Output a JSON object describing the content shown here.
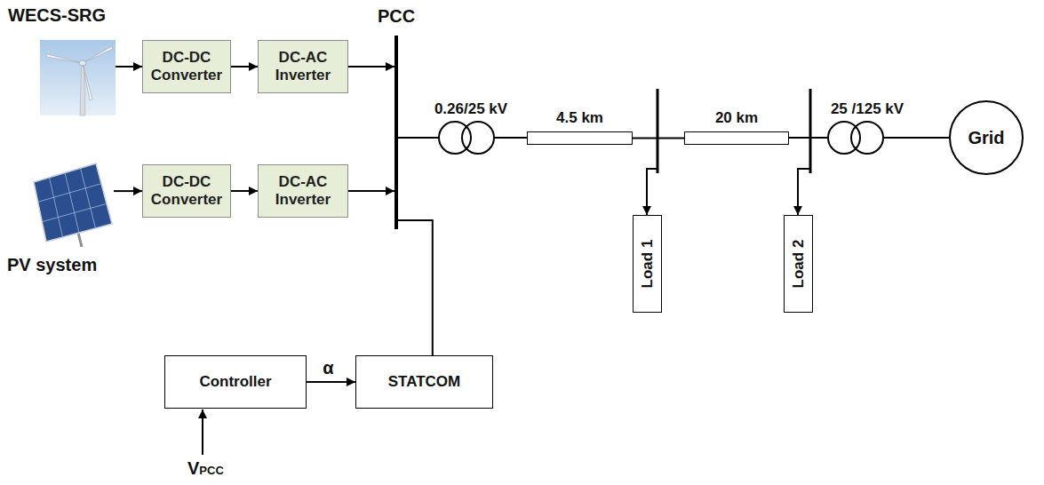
{
  "diagram": {
    "nodes": [
      {
        "text": [
          "WECS-SRG"
        ]
      },
      {
        "text": [
          "DC-DC Converter"
        ]
      },
      {
        "text": [
          "DC-AC Inverter"
        ]
      },
      {
        "text": [
          "PV system"
        ]
      },
      {
        "text": [
          "DC-DC Converter"
        ]
      },
      {
        "text": [
          "DC-AC Inverter"
        ]
      },
      {
        "text": [
          "PCC"
        ]
      },
      {
        "text": [
          "4.5 km"
        ]
      },
      {
        "text": [
          "20 km"
        ]
      },
      {
        "text": [
          "Load 1"
        ]
      },
      {
        "text": [
          "Load 2"
        ]
      },
      {
        "text": [
          "Grid"
        ]
      },
      {
        "text": [
          "Controller"
        ]
      },
      {
        "text": [
          "STATCOM"
        ]
      }
    ],
    "edges": [
      {
        "from": 0,
        "to": 1,
        "arrow": "to"
      },
      {
        "from": 1,
        "to": 2,
        "arrow": "to"
      },
      {
        "from": 2,
        "to": 6,
        "arrow": "to"
      },
      {
        "from": 3,
        "to": 4,
        "arrow": "to"
      },
      {
        "from": 4,
        "to": 5,
        "arrow": "to"
      },
      {
        "from": 5,
        "to": 6,
        "arrow": "to"
      },
      {
        "from": 7,
        "to": 8,
        "arrow": "none"
      },
      {
        "from": 12,
        "to": 13,
        "label": "α",
        "arrow": "to"
      },
      {
        "from": 13,
        "to": 6,
        "arrow": "none"
      }
    ],
    "labels": [
      "0.26/25 kV",
      "25 /125 kV",
      "VPCC"
    ]
  }
}
